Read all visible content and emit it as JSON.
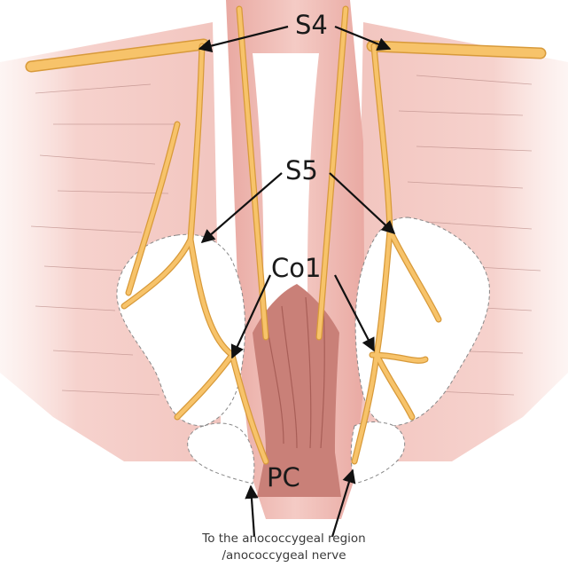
{
  "labels": {
    "s4": "S4",
    "s5": "S5",
    "co1": "Co1",
    "pc": "PC"
  },
  "caption": {
    "line1": "To the anococcygeal region",
    "line2": "/anococcygeal nerve"
  },
  "colors": {
    "muscle": "#f3c9c4",
    "muscle_dark": "#e8a9a3",
    "nerve": "#f7c36a",
    "nerve_outline": "#d89a3a",
    "coccyx": "#c98078",
    "arrow": "#111111"
  }
}
